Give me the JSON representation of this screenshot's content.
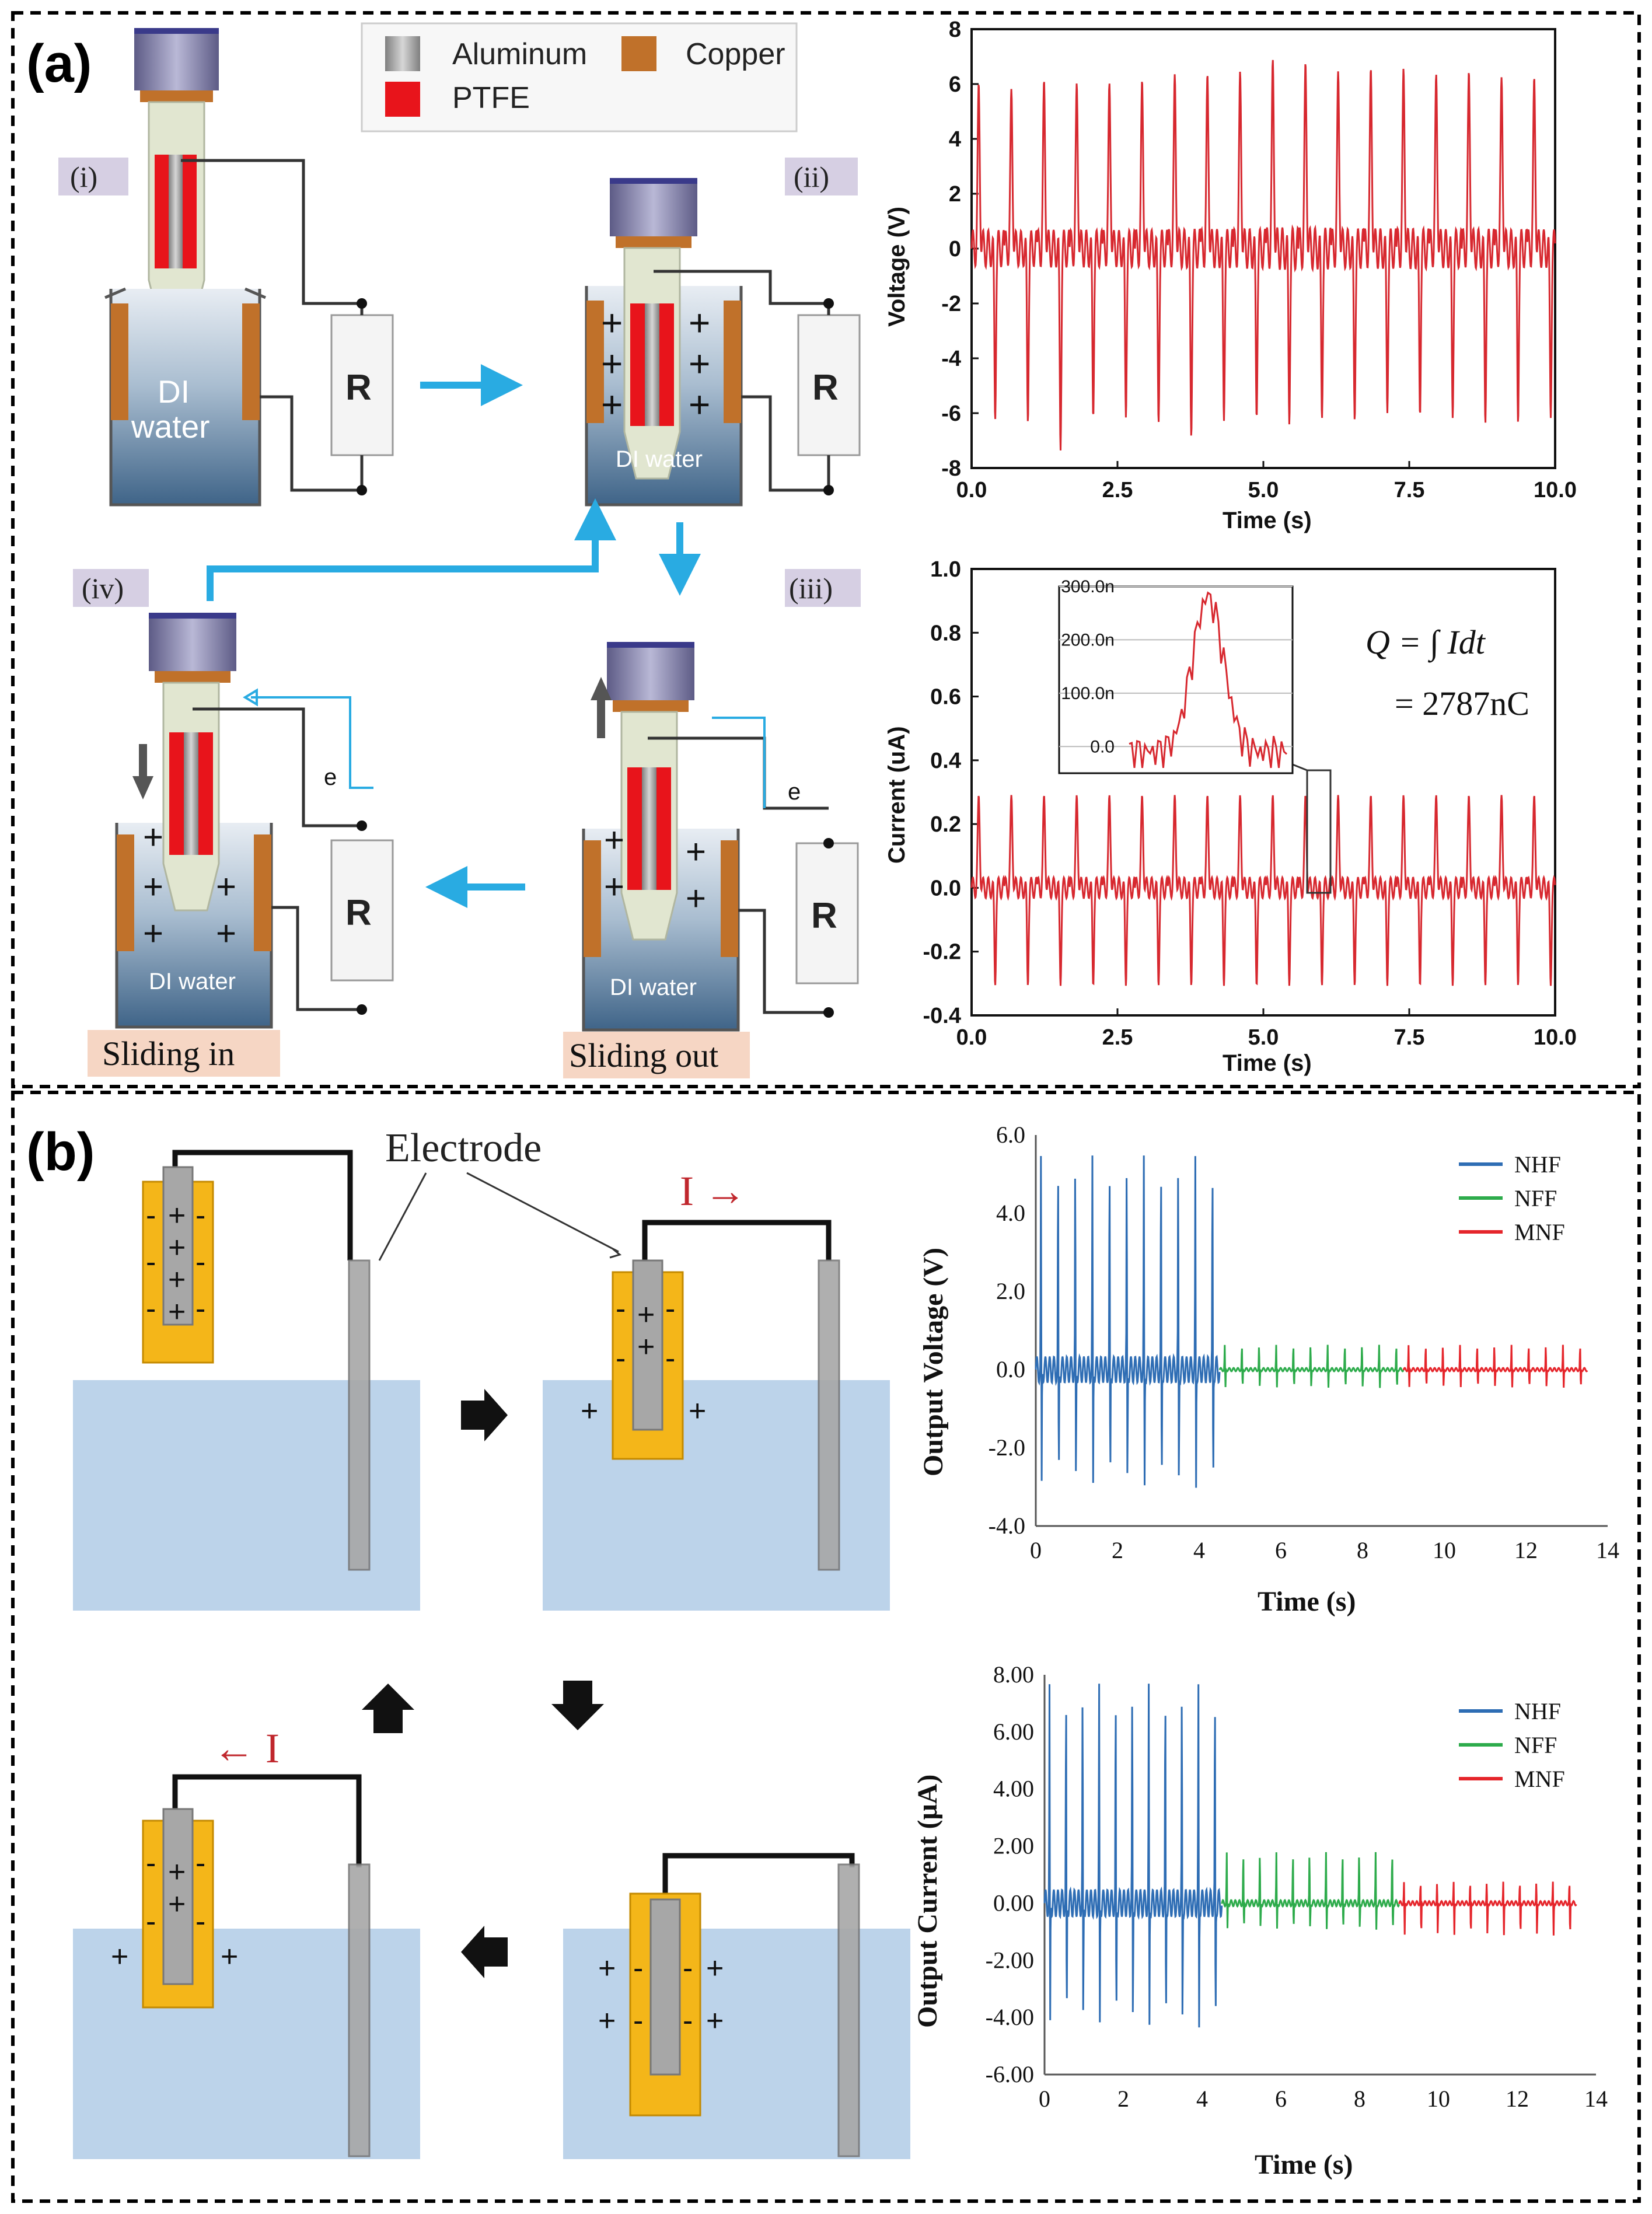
{
  "panels": {
    "a_label": "(a)",
    "b_label": "(b)"
  },
  "legend_a": {
    "aluminum": "Aluminum",
    "copper": "Copper",
    "ptfe": "PTFE",
    "colors": {
      "aluminum": "#9e9e9e",
      "copper": "#c0712a",
      "ptfe": "#e8141b"
    }
  },
  "stages": {
    "i": "(i)",
    "ii": "(ii)",
    "iii": "(iii)",
    "iv": "(iv)",
    "resistor": "R",
    "di_water_big": [
      "DI",
      "water"
    ],
    "di_water": "DI water",
    "electron": "e",
    "sliding_in": "Sliding in",
    "sliding_out": "Sliding out"
  },
  "formula": {
    "lhs": "Q = ∫ Idt",
    "rhs": "= 2787nC"
  },
  "b_schematic": {
    "electrode_label": "Electrode",
    "current_right": "I →",
    "current_left": "← I"
  },
  "chart_data": [
    {
      "id": "voltage_a",
      "type": "line",
      "xlabel": "Time (s)",
      "ylabel": "Voltage (V)",
      "xlim": [
        0,
        10
      ],
      "ylim": [
        -8,
        8
      ],
      "xticks": [
        "0.0",
        "2.5",
        "5.0",
        "7.5",
        "10.0"
      ],
      "yticks": [
        "8",
        "6",
        "4",
        "2",
        "0",
        "-2",
        "-4",
        "-6",
        "-8"
      ],
      "period": 0.56,
      "peak_max_series": [
        5.6,
        5.4,
        5.7,
        5.6,
        5.6,
        5.7,
        5.9,
        5.9,
        6.0,
        6.4,
        6.3,
        6.0,
        6.1,
        6.1,
        5.9,
        6.0,
        5.8,
        5.8
      ],
      "peak_min_series": [
        -5.9,
        -6.0,
        -7.0,
        -5.8,
        -5.8,
        -6.0,
        -6.5,
        -5.9,
        -5.8,
        -6.0,
        -5.8,
        -5.9,
        -5.6,
        -5.7,
        -5.8,
        -6.0,
        -6.0,
        -5.8
      ],
      "color": "#d7282f"
    },
    {
      "id": "current_a",
      "type": "line",
      "xlabel": "Time (s)",
      "ylabel": "Current (uA)",
      "xlim": [
        0,
        10
      ],
      "ylim": [
        -0.4,
        1.0
      ],
      "xticks": [
        "0.0",
        "2.5",
        "5.0",
        "7.5",
        "10.0"
      ],
      "yticks": [
        "1.0",
        "0.8",
        "0.6",
        "0.4",
        "0.2",
        "0.0",
        "-0.2",
        "-0.4"
      ],
      "period": 0.56,
      "peak_max": 0.27,
      "peak_min": -0.29,
      "color": "#d7282f",
      "inset": {
        "yticks": [
          "300.0n",
          "200.0n",
          "100.0n",
          "0.0"
        ],
        "ylim": [
          -50,
          300
        ],
        "peak": 290
      }
    },
    {
      "id": "voltage_b",
      "type": "line",
      "xlabel": "Time (s)",
      "ylabel": "Output Voltage (V)",
      "xlim": [
        0,
        14
      ],
      "ylim": [
        -4,
        6
      ],
      "xticks": [
        "0",
        "2",
        "4",
        "6",
        "8",
        "10",
        "12",
        "14"
      ],
      "yticks": [
        "6.0",
        "4.0",
        "2.0",
        "0.0",
        "-2.0",
        "-4.0"
      ],
      "series": [
        {
          "name": "NHF",
          "color": "#2e6db4",
          "range": [
            0,
            4.5
          ],
          "peak_max": 5.2,
          "peak_min": -3.2
        },
        {
          "name": "NFF",
          "color": "#2dab4b",
          "range": [
            4.5,
            9.0
          ],
          "peak_max": 0.6,
          "peak_min": -0.5
        },
        {
          "name": "MNF",
          "color": "#e5252b",
          "range": [
            9.0,
            13.5
          ],
          "peak_max": 0.6,
          "peak_min": -0.5
        }
      ]
    },
    {
      "id": "current_b",
      "type": "line",
      "xlabel": "Time (s)",
      "ylabel": "Output Current (μA)",
      "xlim": [
        0,
        14
      ],
      "ylim": [
        -6,
        8
      ],
      "xticks": [
        "0",
        "2",
        "4",
        "6",
        "8",
        "10",
        "12",
        "14"
      ],
      "yticks": [
        "8.00",
        "6.00",
        "4.00",
        "2.00",
        "0.00",
        "-2.00",
        "-4.00",
        "-6.00"
      ],
      "series": [
        {
          "name": "NHF",
          "color": "#2e6db4",
          "range": [
            0,
            4.5
          ],
          "peak_max": 7.3,
          "peak_min": -4.6
        },
        {
          "name": "NFF",
          "color": "#2dab4b",
          "range": [
            4.5,
            9.0
          ],
          "peak_max": 1.7,
          "peak_min": -1.0
        },
        {
          "name": "MNF",
          "color": "#e5252b",
          "range": [
            9.0,
            13.5
          ],
          "peak_max": 0.7,
          "peak_min": -1.2
        }
      ]
    }
  ]
}
